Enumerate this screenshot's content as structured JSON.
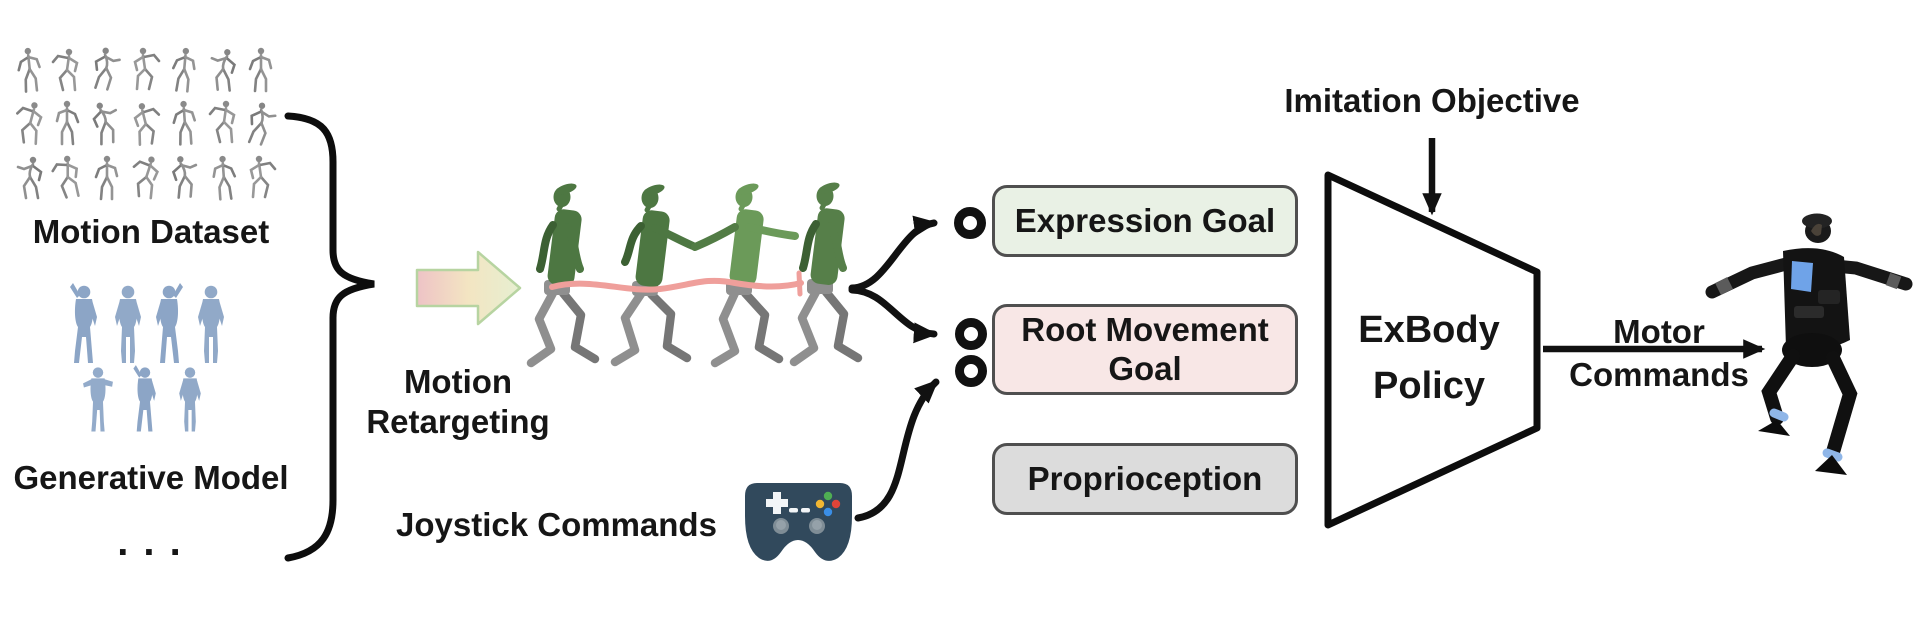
{
  "figure": {
    "description": "Pipeline diagram of the ExBody humanoid whole-body control system",
    "labels": {
      "motion_dataset": "Motion Dataset",
      "generative_model": "Generative Model",
      "ellipsis": ". . .",
      "motion_retargeting": {
        "line1": "Motion",
        "line2": "Retargeting"
      },
      "joystick_commands": "Joystick Commands",
      "imitation_objective": "Imitation Objective",
      "motor_commands": {
        "line1": "Motor",
        "line2": "Commands"
      }
    },
    "input_boxes": [
      {
        "label": "Expression Goal",
        "bg_color": "#e9f1e5"
      },
      {
        "label": "Root Movement Goal",
        "bg_color": "#f8e7e6"
      },
      {
        "label": "Proprioception",
        "bg_color": "#dcdcdc"
      }
    ],
    "policy_block": {
      "line1": "ExBody",
      "line2": "Policy"
    },
    "icons": [
      "curly-brace",
      "retargeting-gradient-arrow",
      "gamepad-icon",
      "input-port-circle",
      "policy-trapezoid",
      "humanoid-robot-photo"
    ],
    "colors": {
      "arrow_black": "#111111",
      "trajectory_pink": "#ef9f9b",
      "robot_green_dark": "#4d7742",
      "robot_green_light": "#76a665",
      "robot_leg_gray": "#8f8f8f",
      "figure_blue": "#91a9c8",
      "skeleton_gray": "#949494",
      "gamepad_body": "#31495c",
      "gradient_arrow_start": "#eec3c6",
      "gradient_arrow_mid": "#f3e5c2",
      "gradient_arrow_end": "#e6efd1",
      "box_border": "#4f4f4f"
    }
  }
}
